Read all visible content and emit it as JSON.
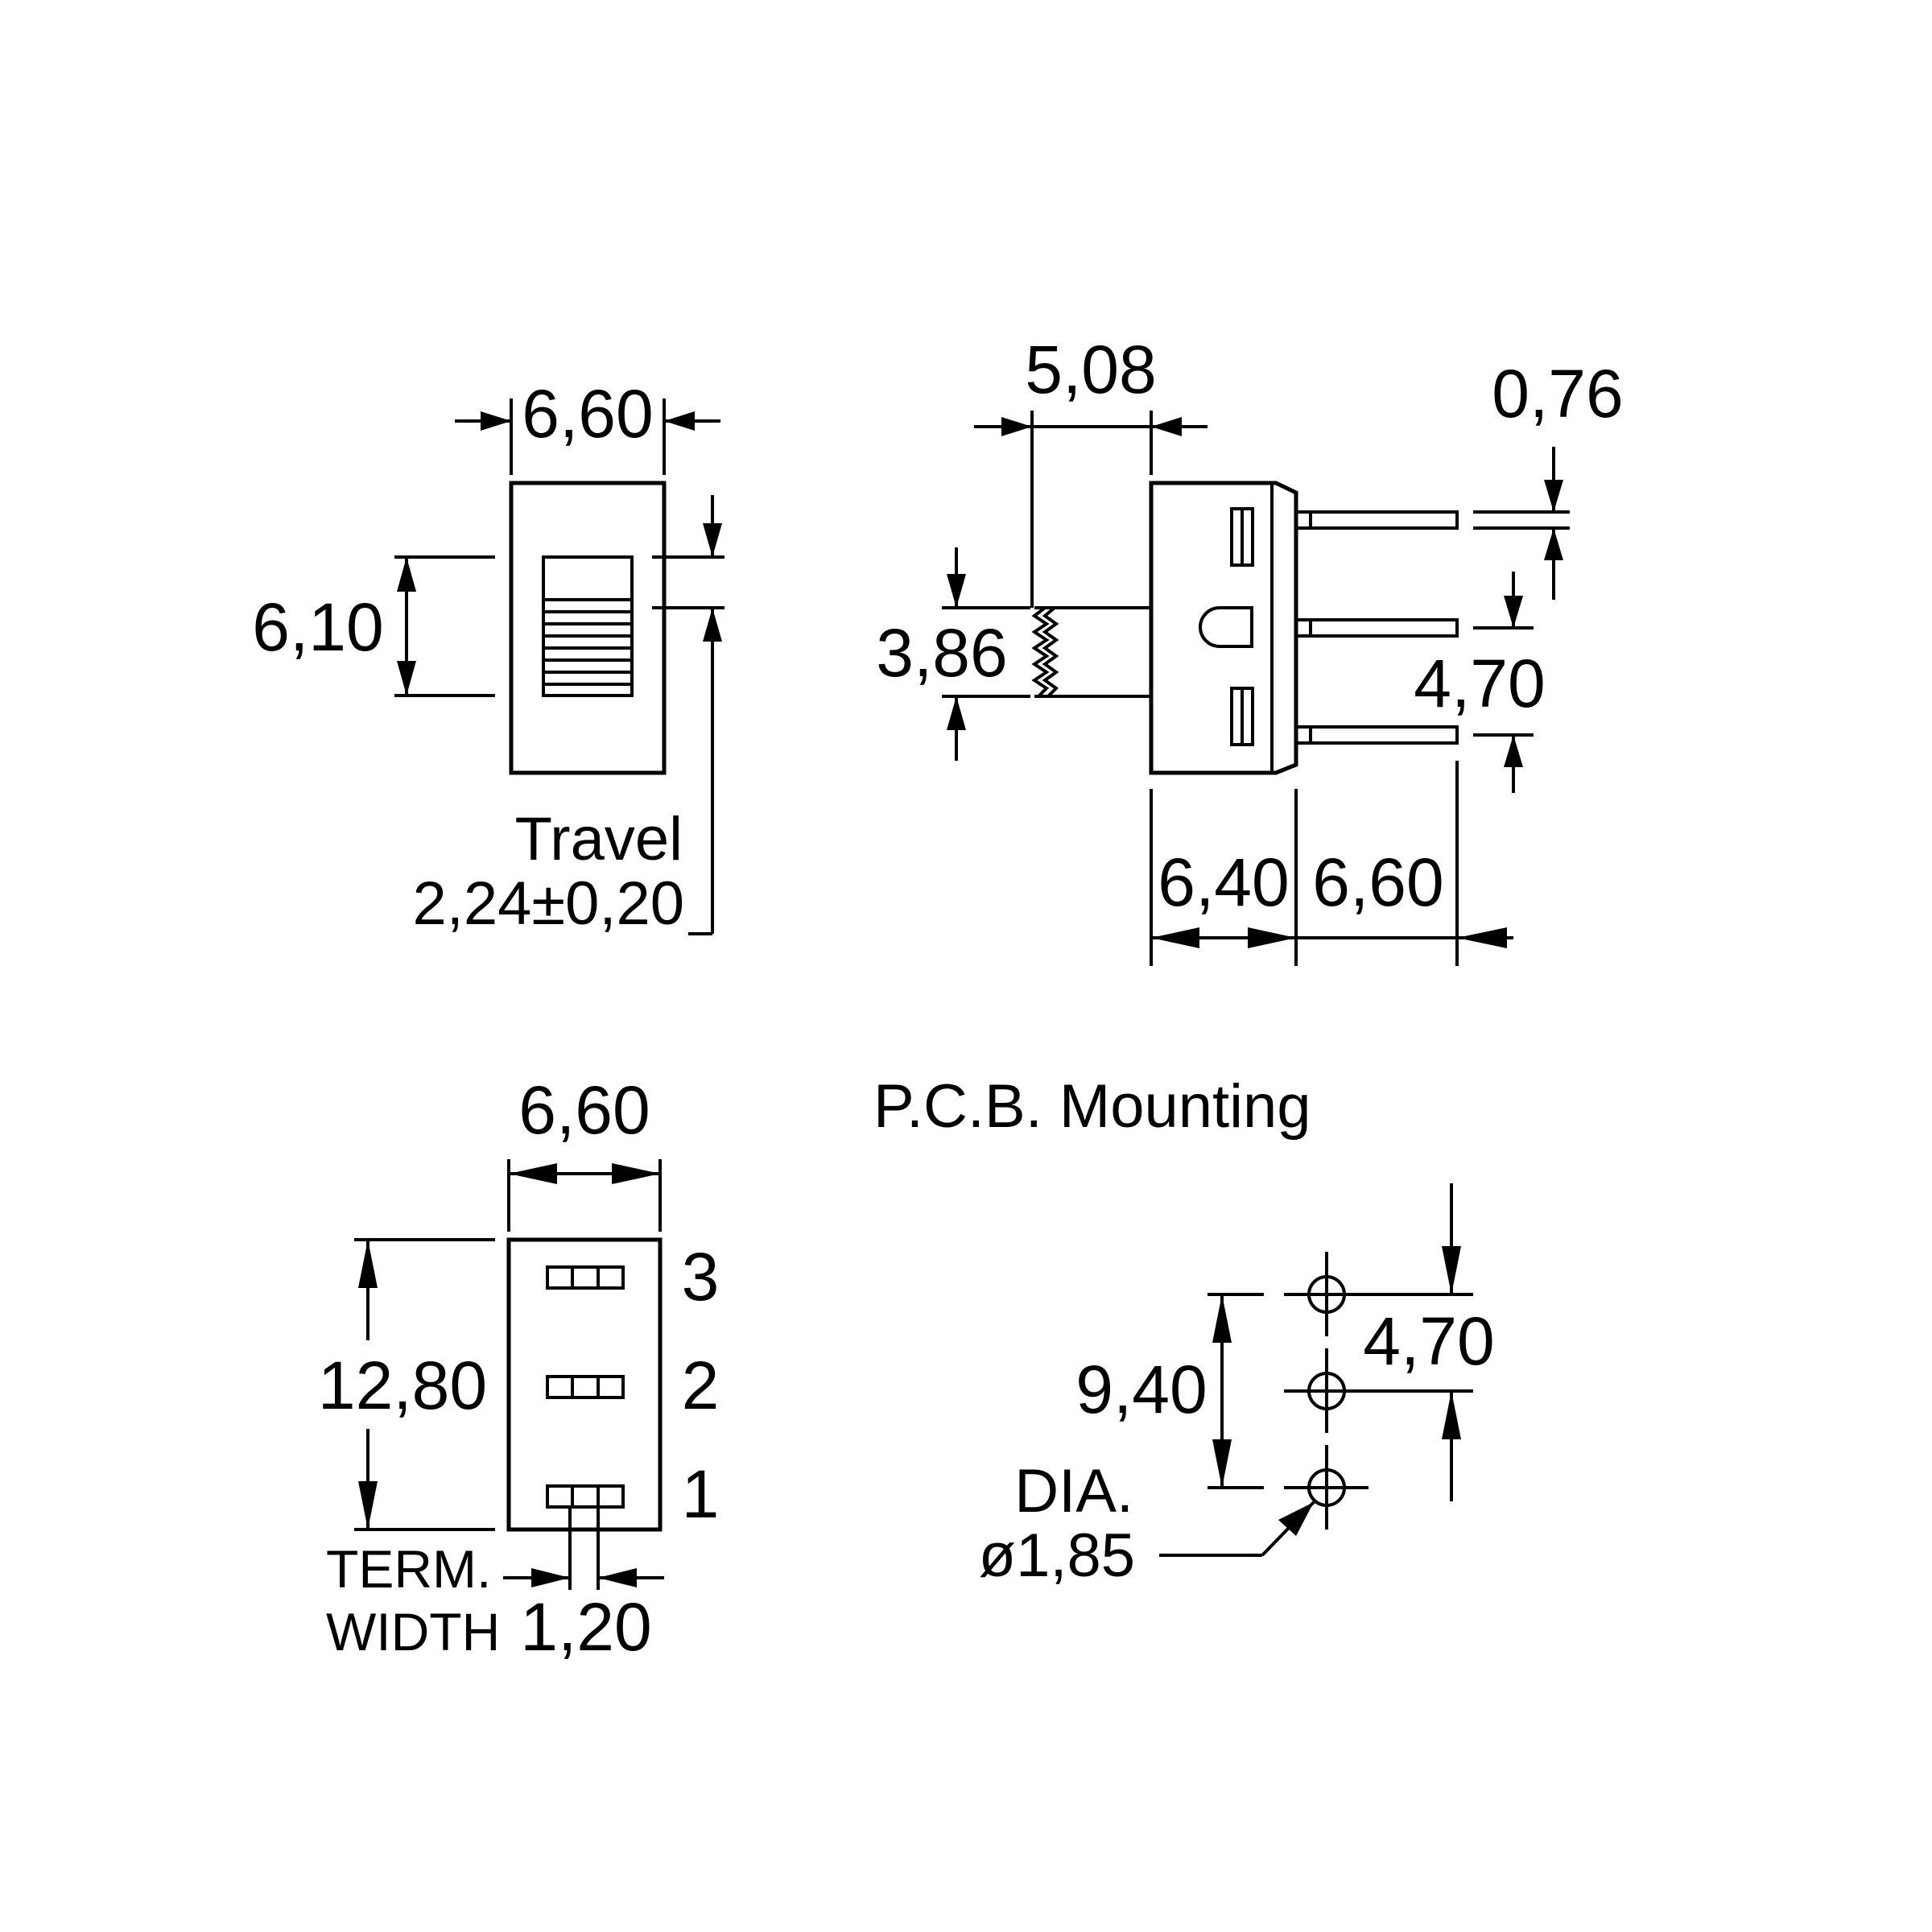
{
  "top_left_view": {
    "width": "6,60",
    "height": "6,10",
    "travel_label": "Travel",
    "travel_value": "2,24±0,20"
  },
  "side_view": {
    "knob_offset": "5,08",
    "knob_height": "3,86",
    "pin_thickness": "0,76",
    "pin_pitch": "4,70",
    "body_depth": "6,40",
    "pin_length": "6,60"
  },
  "bottom_view": {
    "width": "6,60",
    "length": "12,80",
    "terminals": [
      "3",
      "2",
      "1"
    ],
    "term_label_1": "TERM.",
    "term_label_2": "WIDTH",
    "term_width": "1,20"
  },
  "pcb_mounting": {
    "title": "P.C.B. Mounting",
    "pitch": "4,70",
    "span": "9,40",
    "dia_label": "DIA.",
    "dia_value": "ø1,85"
  }
}
